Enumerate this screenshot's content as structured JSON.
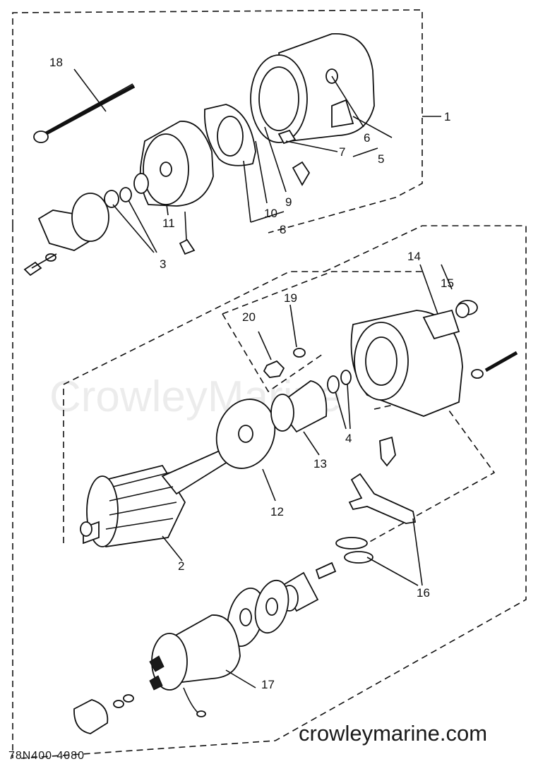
{
  "diagram": {
    "code": "78N400-4080",
    "website": "crowleymarine.com",
    "watermark": "CrowleyMarine",
    "callouts": [
      {
        "id": "1",
        "label": "1"
      },
      {
        "id": "2",
        "label": "2"
      },
      {
        "id": "3",
        "label": "3"
      },
      {
        "id": "4",
        "label": "4"
      },
      {
        "id": "5",
        "label": "5"
      },
      {
        "id": "6",
        "label": "6"
      },
      {
        "id": "7",
        "label": "7"
      },
      {
        "id": "8",
        "label": "8"
      },
      {
        "id": "9",
        "label": "9"
      },
      {
        "id": "10",
        "label": "10"
      },
      {
        "id": "11",
        "label": "11"
      },
      {
        "id": "12",
        "label": "12"
      },
      {
        "id": "13",
        "label": "13"
      },
      {
        "id": "14",
        "label": "14"
      },
      {
        "id": "15",
        "label": "15"
      },
      {
        "id": "16",
        "label": "16"
      },
      {
        "id": "17",
        "label": "17"
      },
      {
        "id": "18",
        "label": "18"
      },
      {
        "id": "19",
        "label": "19"
      },
      {
        "id": "20",
        "label": "20"
      }
    ]
  }
}
